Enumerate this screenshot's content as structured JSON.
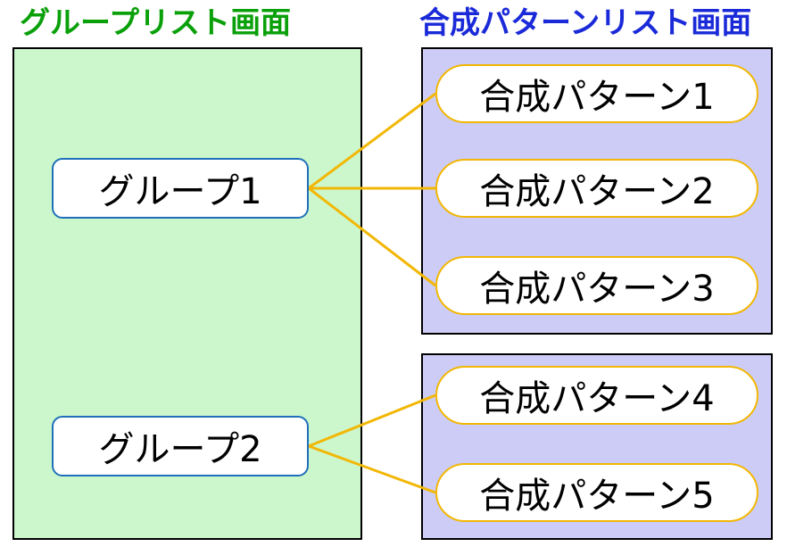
{
  "headings": {
    "group_list": "グループリスト画面",
    "pattern_list": "合成パターンリスト画面"
  },
  "groups": [
    {
      "label": "グループ1"
    },
    {
      "label": "グループ2"
    }
  ],
  "patterns": [
    {
      "label": "合成パターン1",
      "group": 0
    },
    {
      "label": "合成パターン2",
      "group": 0
    },
    {
      "label": "合成パターン3",
      "group": 0
    },
    {
      "label": "合成パターン4",
      "group": 1
    },
    {
      "label": "合成パターン5",
      "group": 1
    }
  ],
  "colors": {
    "group_heading": "#0aa00a",
    "pattern_heading": "#1a2ad8",
    "group_panel": "#ccf7cc",
    "pattern_panel": "#ccccf7",
    "group_border": "#1f6fba",
    "pattern_border": "#f2b705",
    "connector": "#f2b705"
  }
}
